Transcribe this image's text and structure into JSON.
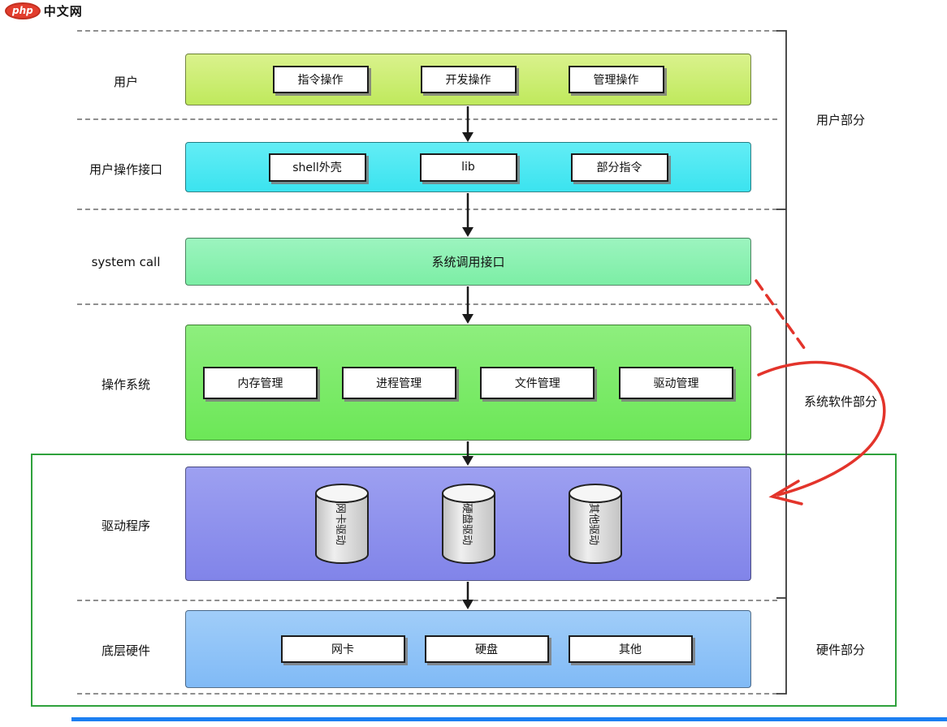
{
  "logo": {
    "badge": "php",
    "name": "中文网"
  },
  "rows": {
    "user": {
      "label": "用户",
      "boxes": [
        "指令操作",
        "开发操作",
        "管理操作"
      ]
    },
    "interface": {
      "label": "用户操作接口",
      "boxes": [
        "shell外壳",
        "lib",
        "部分指令"
      ]
    },
    "syscall": {
      "label": "system call",
      "bar_text": "系统调用接口"
    },
    "os": {
      "label": "操作系统",
      "boxes": [
        "内存管理",
        "进程管理",
        "文件管理",
        "驱动管理"
      ]
    },
    "driver": {
      "label": "驱动程序",
      "cylinders": [
        "网卡驱动",
        "硬盘驱动",
        "其他驱动"
      ]
    },
    "hardware": {
      "label": "底层硬件",
      "boxes": [
        "网卡",
        "硬盘",
        "其他"
      ]
    }
  },
  "right_labels": {
    "user_part": "用户部分",
    "system_part": "系统软件部分",
    "hardware_part": "硬件部分"
  },
  "colors": {
    "user_bar": "#cdee74",
    "interface_bar": "#4fe9f3",
    "syscall_bar": "#8ef2b6",
    "os_bar": "#7dec67",
    "driver_bar": "#9193ed",
    "hardware_bar": "#90c6f8",
    "green_outline": "#2fa13c",
    "red_annotation": "#e3342b",
    "bottom_line": "#1b7ff2",
    "logo_red": "#e23d2d"
  }
}
